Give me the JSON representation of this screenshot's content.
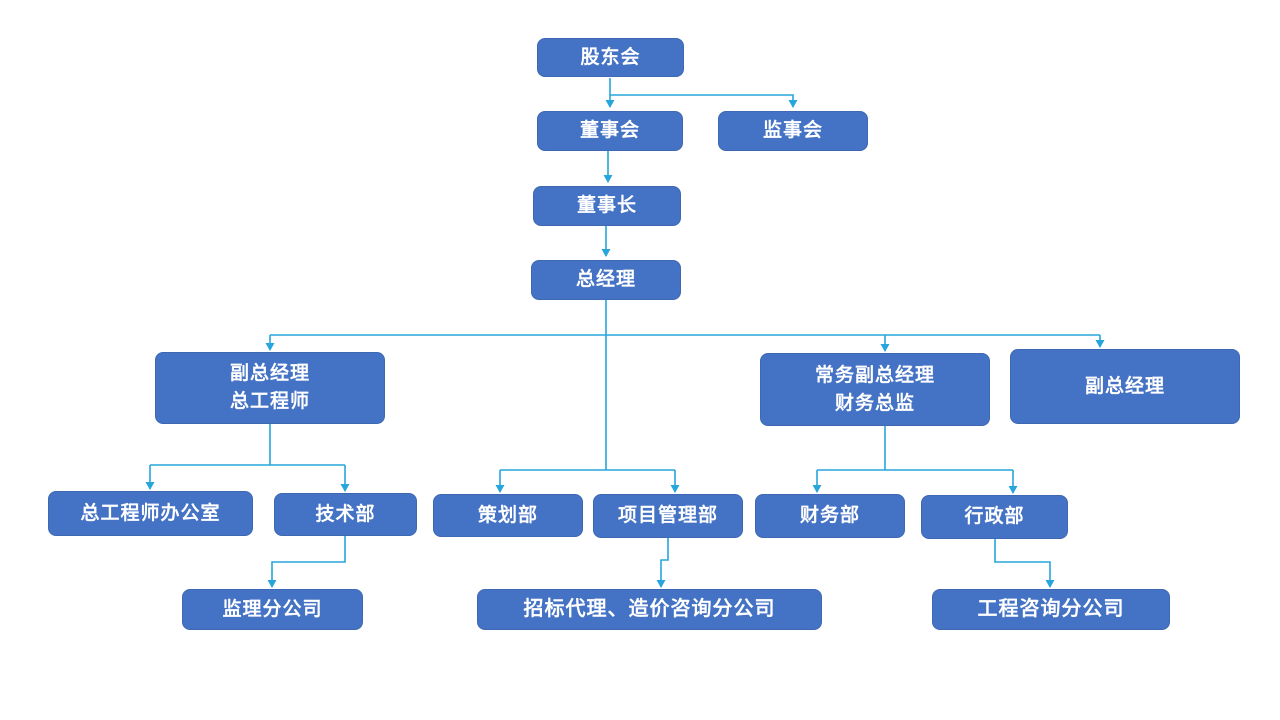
{
  "diagram": {
    "type": "org-chart",
    "nodes": {
      "shareholders": {
        "label": "股东会"
      },
      "board": {
        "label": "董事会"
      },
      "supervisory": {
        "label": "监事会"
      },
      "chairman": {
        "label": "董事长"
      },
      "gm": {
        "label": "总经理"
      },
      "deputy_gm_chief_engineer": {
        "label": "副总经理\n总工程师"
      },
      "exec_deputy_gm_cfo": {
        "label": "常务副总经理\n财务总监"
      },
      "deputy_gm": {
        "label": "副总经理"
      },
      "chief_engineer_office": {
        "label": "总工程师办公室"
      },
      "tech_dept": {
        "label": "技术部"
      },
      "planning_dept": {
        "label": "策划部"
      },
      "project_mgmt_dept": {
        "label": "项目管理部"
      },
      "finance_dept": {
        "label": "财务部"
      },
      "admin_dept": {
        "label": "行政部"
      },
      "supervision_branch": {
        "label": "监理分公司"
      },
      "bidding_cost_branch": {
        "label": "招标代理、造价咨询分公司"
      },
      "consulting_branch": {
        "label": "工程咨询分公司"
      }
    },
    "edges": [
      "股东会→董事会",
      "股东会→监事会",
      "董事会→董事长",
      "董事长→总经理",
      "总经理→副总经理总工程师",
      "总经理→策划部",
      "总经理→项目管理部",
      "总经理→常务副总经理财务总监",
      "总经理→副总经理",
      "副总经理总工程师→总工程师办公室",
      "副总经理总工程师→技术部",
      "常务副总经理财务总监→财务部",
      "常务副总经理财务总监→行政部",
      "技术部→监理分公司",
      "项目管理部→招标代理、造价咨询分公司",
      "行政部→工程咨询分公司"
    ],
    "colors": {
      "node_fill": "#4472C4",
      "node_border": "#3E68B2",
      "node_text": "#FFFFFF",
      "connector": "#26A6DC",
      "background": "#FFFFFF"
    }
  }
}
